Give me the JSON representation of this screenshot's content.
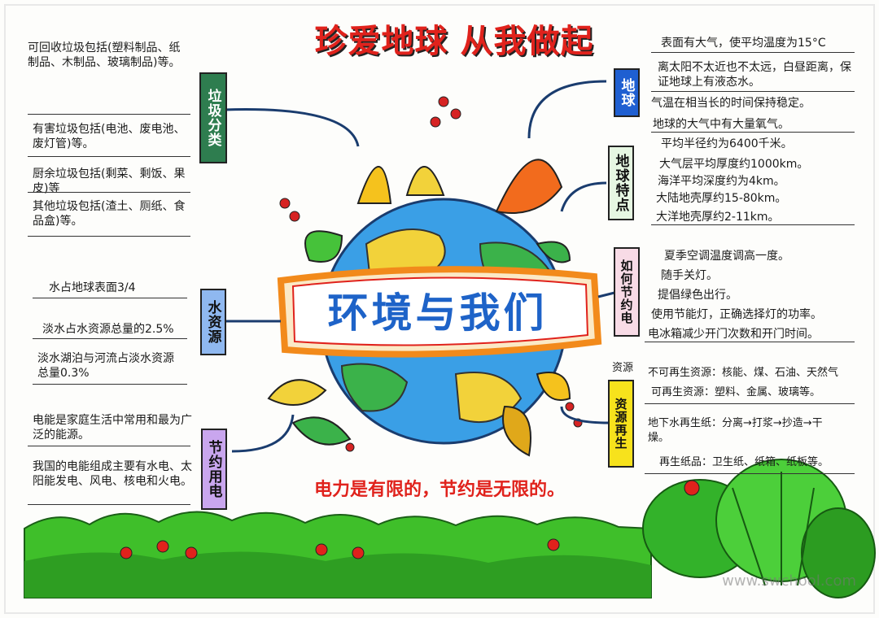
{
  "title": "珍爱地球 从我做起",
  "center_banner": "环境与我们",
  "slogan": "电力是有限的，节约是无限的。",
  "watermark": "www.swchool.com",
  "colors": {
    "title_red": "#e0221c",
    "banner_blue": "#1e63c8",
    "banner_orange": "#f28a1b",
    "grass_green": "#3fbf2a"
  },
  "sections": {
    "garbage": {
      "label": "垃圾分类",
      "items": [
        "可回收垃圾包括(塑料制品、纸制品、木制品、玻璃制品)等。",
        "有害垃圾包括(电池、废电池、废灯管)等。",
        "厨余垃圾包括(剩菜、剩饭、果皮)等",
        "其他垃圾包括(渣土、厕纸、食品盒)等。"
      ]
    },
    "water": {
      "label": "水资源",
      "items": [
        "水占地球表面3/4",
        "淡水占水资源总量的2.5%",
        "淡水湖泊与河流占淡水资源总量0.3%"
      ]
    },
    "power": {
      "label": "节约用电",
      "items": [
        "电能是家庭生活中常用和最为广泛的能源。",
        "我国的电能组成主要有水电、太阳能发电、风电、核电和火电。"
      ]
    },
    "earth": {
      "label": "地球",
      "items": [
        "表面有大气，使平均温度为15°C",
        "离太阳不太近也不太远，白昼距离，保证地球上有液态水。",
        "气温在相当长的时间保持稳定。",
        "地球的大气中有大量氧气。"
      ]
    },
    "features": {
      "label": "地球特点",
      "items": [
        "平均半径约为6400千米。",
        "大气层平均厚度约1000km。",
        "海洋平均深度约为4km。",
        "大陆地壳厚约15-80km。",
        "大洋地壳厚约2-11km。"
      ]
    },
    "save_power": {
      "label": "如何节约电",
      "items": [
        "夏季空调温度调高一度。",
        "随手关灯。",
        "提倡绿色出行。",
        "使用节能灯，正确选择灯的功率。",
        "电冰箱减少开门次数和开门时间。"
      ]
    },
    "recycle": {
      "label": "资源再生",
      "side_label": "资源",
      "items": [
        "不可再生资源：核能、煤、石油、天然气",
        "可再生资源：塑料、金属、玻璃等。",
        "地下水再生纸：分离→打浆→抄造→干燥。",
        "再生纸品：卫生纸、纸箱、纸板等。"
      ]
    }
  }
}
